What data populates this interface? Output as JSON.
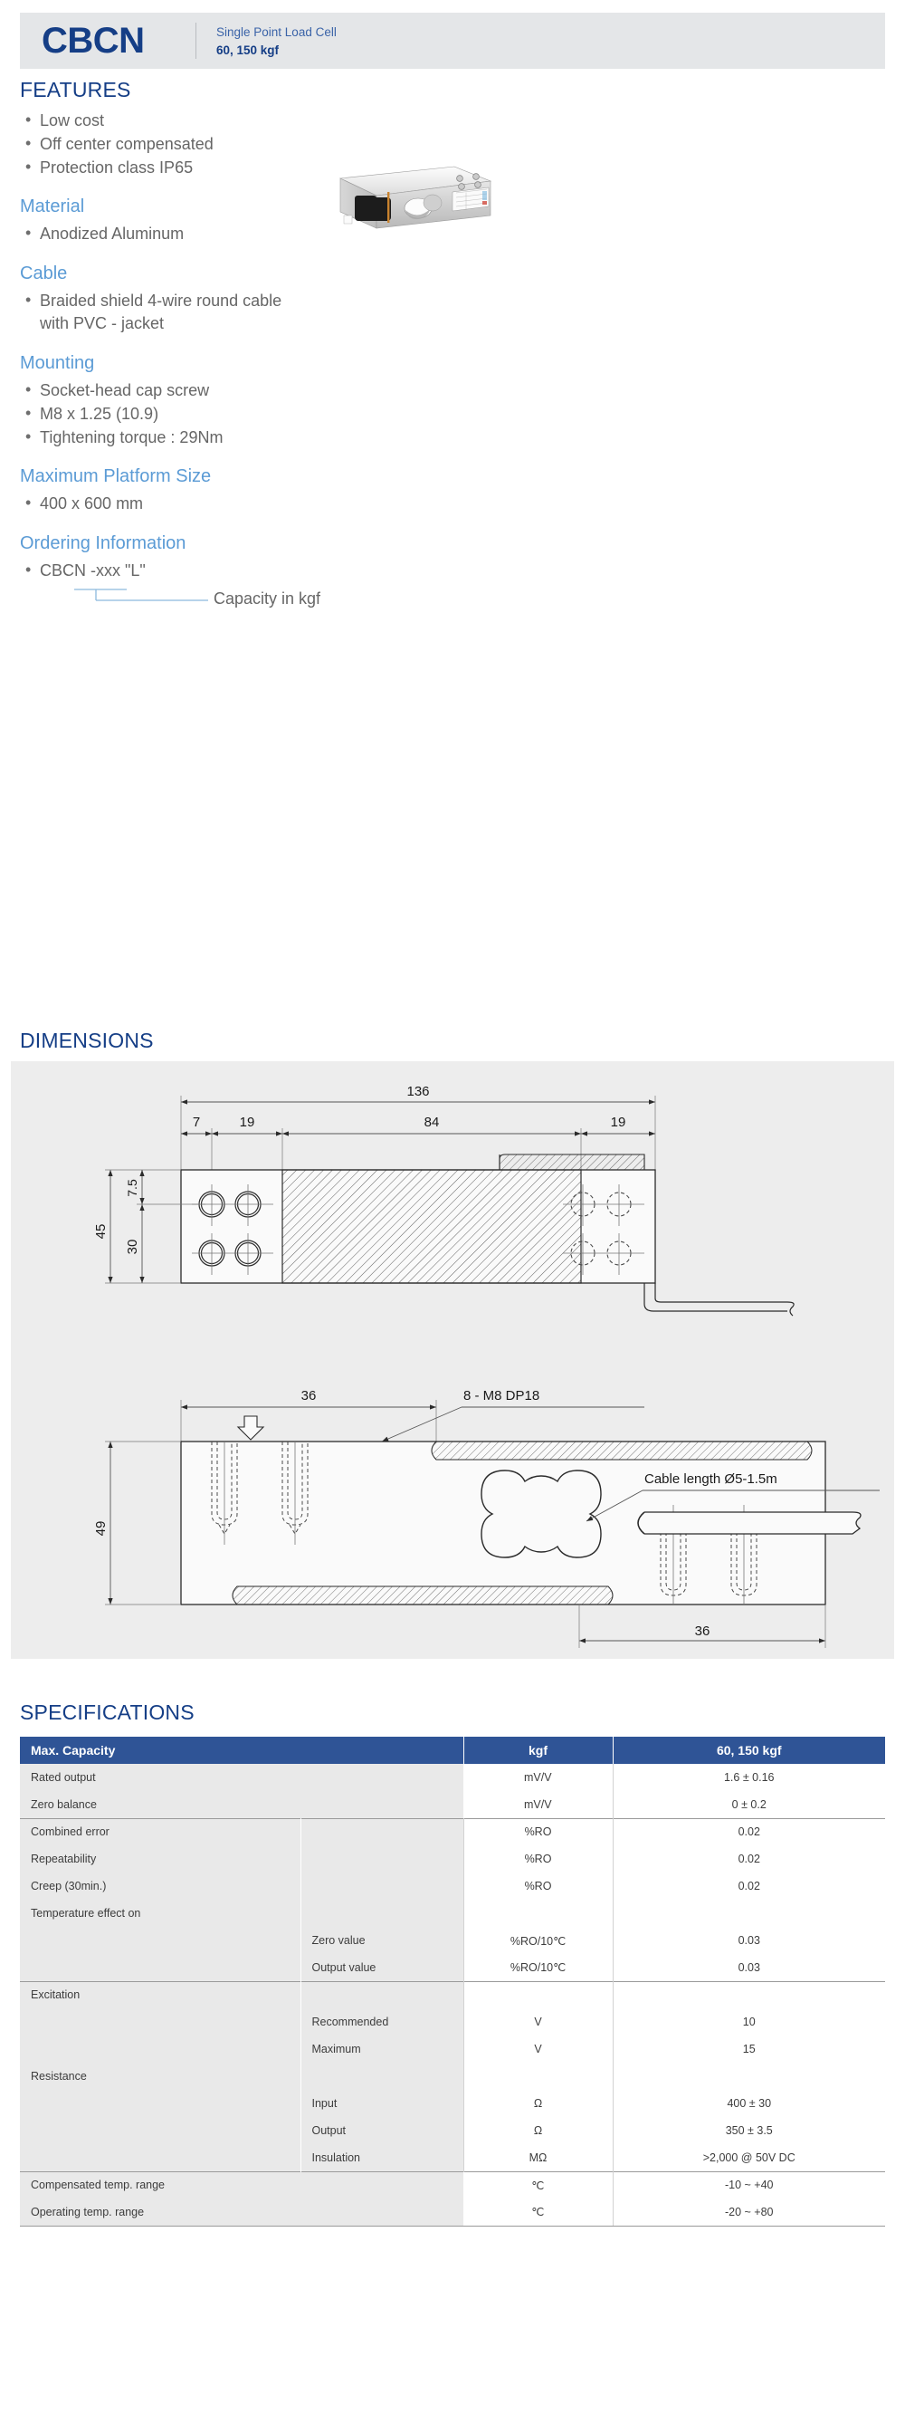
{
  "header": {
    "title": "CBCN",
    "subtitle": "Single Point Load Cell",
    "capacity": "60, 150 kgf"
  },
  "sections": {
    "features": {
      "heading": "FEATURES",
      "items": [
        "Low cost",
        "Off center compensated",
        "Protection class IP65"
      ]
    },
    "material": {
      "heading": "Material",
      "items": [
        "Anodized Aluminum"
      ]
    },
    "cable": {
      "heading": "Cable",
      "item_line1": "Braided shield 4-wire round cable",
      "item_line2": "with PVC - jacket"
    },
    "mounting": {
      "heading": "Mounting",
      "items": [
        "Socket-head cap screw",
        "M8 x 1.25 (10.9)",
        "Tightening torque : 29Nm"
      ]
    },
    "platform": {
      "heading": "Maximum Platform Size",
      "items": [
        "400 x 600 mm"
      ]
    },
    "ordering": {
      "heading": "Ordering Information",
      "code": "CBCN -xxx \"L\"",
      "leader_label": "Capacity in kgf"
    }
  },
  "dimensions": {
    "heading": "DIMENSIONS",
    "top_view": {
      "overall_length": "136",
      "d_7": "7",
      "d_19_left": "19",
      "d_84": "84",
      "d_19_right": "19",
      "d_45": "45",
      "d_30": "30",
      "d_75": "7.5"
    },
    "bottom_view": {
      "d_36_top": "36",
      "d_36_bottom": "36",
      "d_49": "49",
      "thread_note": "8 - M8 DP18",
      "cable_note": "Cable length Ø5-1.5m"
    }
  },
  "specifications": {
    "heading": "SPECIFICATIONS",
    "columns": [
      "Max. Capacity",
      "kgf",
      "60, 150 kgf"
    ],
    "rows": [
      {
        "label": "Rated output",
        "sub": "",
        "unit": "mV/V",
        "value": "1.6 ± 0.16",
        "style": "span"
      },
      {
        "label": "Zero balance",
        "sub": "",
        "unit": "mV/V",
        "value": "0 ± 0.2",
        "style": "span"
      },
      {
        "label": "Combined error",
        "sub": "",
        "unit": "%RO",
        "value": "0.02",
        "style": "split",
        "group_top": true
      },
      {
        "label": "Repeatability",
        "sub": "",
        "unit": "%RO",
        "value": "0.02",
        "style": "split"
      },
      {
        "label": "Creep (30min.)",
        "sub": "",
        "unit": "%RO",
        "value": "0.02",
        "style": "split"
      },
      {
        "label": "Temperature effect on",
        "sub": "",
        "unit": "",
        "value": "",
        "style": "split"
      },
      {
        "label": "",
        "sub": "Zero value",
        "unit": "%RO/10℃",
        "value": "0.03",
        "style": "split"
      },
      {
        "label": "",
        "sub": "Output  value",
        "unit": "%RO/10℃",
        "value": "0.03",
        "style": "split"
      },
      {
        "label": "Excitation",
        "sub": "",
        "unit": "",
        "value": "",
        "style": "split",
        "group_top": true
      },
      {
        "label": "",
        "sub": "Recommended",
        "unit": "V",
        "value": "10",
        "style": "split"
      },
      {
        "label": "",
        "sub": "Maximum",
        "unit": "V",
        "value": "15",
        "style": "split"
      },
      {
        "label": "Resistance",
        "sub": "",
        "unit": "",
        "value": "",
        "style": "split"
      },
      {
        "label": "",
        "sub": "Input",
        "unit": "Ω",
        "value": "400 ± 30",
        "style": "split"
      },
      {
        "label": "",
        "sub": "Output",
        "unit": "Ω",
        "value": "350 ± 3.5",
        "style": "split"
      },
      {
        "label": "",
        "sub": "Insulation",
        "unit": "MΩ",
        "value": ">2,000 @ 50V DC",
        "style": "split"
      },
      {
        "label": "Compensated temp. range",
        "sub": "",
        "unit": "℃",
        "value": "-10 ~ +40",
        "style": "span",
        "group_top": true
      },
      {
        "label": "Operating temp. range",
        "sub": "",
        "unit": "℃",
        "value": "-20 ~ +80",
        "style": "span",
        "last": true
      }
    ]
  },
  "colors": {
    "navy": "#153e86",
    "light_blue": "#5b9bd5",
    "table_header": "#2f5496",
    "header_bg": "#e4e6e8",
    "drawing_bg": "#ededed"
  }
}
